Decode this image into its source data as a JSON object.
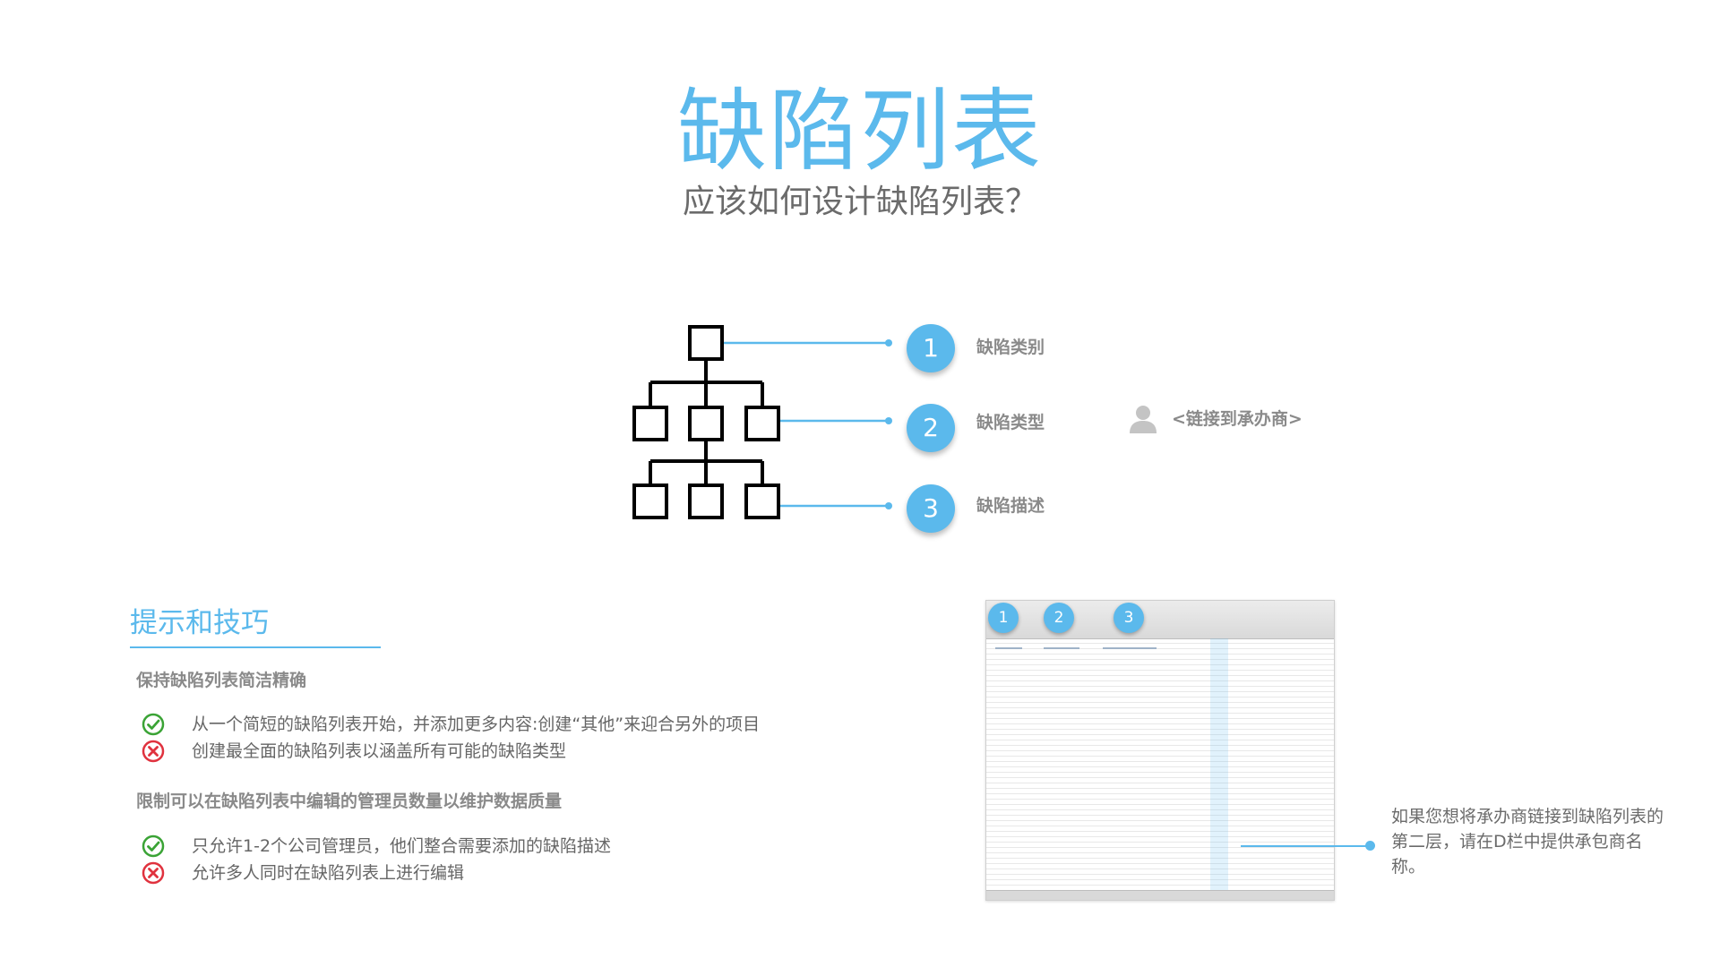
{
  "header": {
    "title": "缺陷列表",
    "subtitle": "应该如何设计缺陷列表？"
  },
  "levels": [
    {
      "number": "1",
      "label": "缺陷类别"
    },
    {
      "number": "2",
      "label": "缺陷类型"
    },
    {
      "number": "3",
      "label": "缺陷描述"
    }
  ],
  "contractor": {
    "icon": "person-icon",
    "label": "<链接到承办商>"
  },
  "tips": {
    "title": "提示和技巧",
    "sections": [
      {
        "heading": "保持缺陷列表简洁精确",
        "do": "从一个简短的缺陷列表开始，并添加更多内容:创建“其他”来迎合另外的项目",
        "dont": "创建最全面的缺陷列表以涵盖所有可能的缺陷类型"
      },
      {
        "heading": "限制可以在缺陷列表中编辑的管理员数量以维护数据质量",
        "do": "只允许1-2个公司管理员，他们整合需要添加的缺陷描述",
        "dont": "允许多人同时在缺陷列表上进行编辑"
      }
    ]
  },
  "spreadsheet": {
    "badges": [
      "1",
      "2",
      "3"
    ]
  },
  "note": {
    "text": "如果您想将承办商链接到缺陷列表的第二层，请在D栏中提供承包商名称。"
  },
  "colors": {
    "accent": "#5bb9ec",
    "check": "#3aa335",
    "cross": "#e0323e"
  }
}
